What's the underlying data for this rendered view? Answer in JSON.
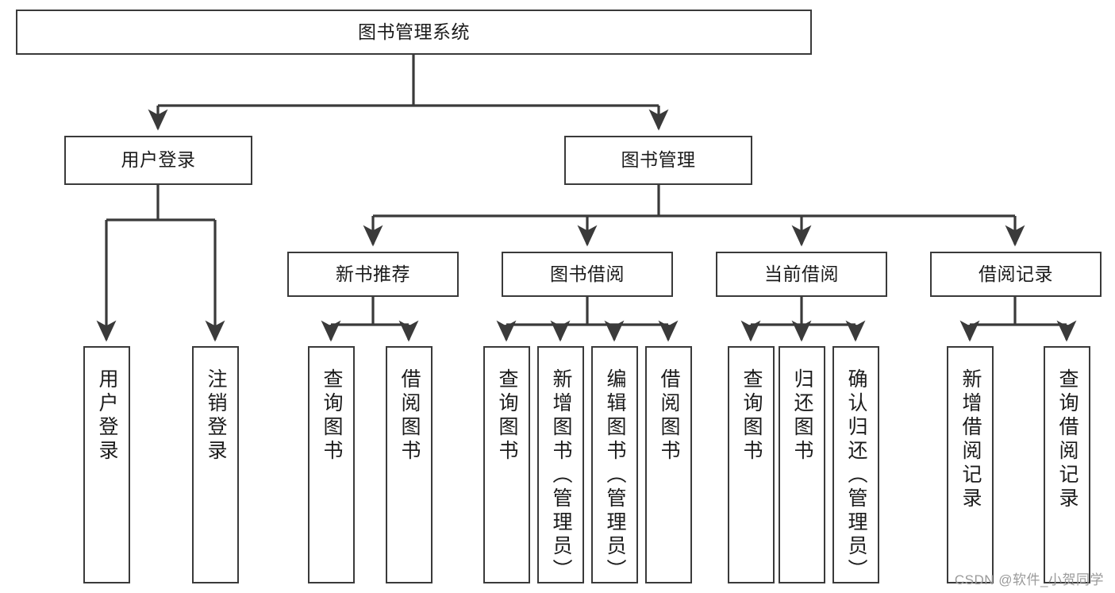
{
  "diagram": {
    "title": "图书管理系统",
    "watermark": "CSDN @软件_小贺同学",
    "colors": {
      "node_border": "#3a3a3a",
      "node_fill": "#ffffff",
      "edge": "#3a3a3a",
      "text": "#1b1b1b",
      "watermark": "#9a9a9a",
      "background": "#ffffff"
    },
    "root": {
      "label": "图书管理系统"
    },
    "level2": [
      {
        "label": "用户登录"
      },
      {
        "label": "图书管理"
      }
    ],
    "level3": [
      {
        "label": "新书推荐"
      },
      {
        "label": "图书借阅"
      },
      {
        "label": "当前借阅"
      },
      {
        "label": "借阅记录"
      }
    ],
    "leaves": [
      {
        "label": "用户登录",
        "parent": "用户登录"
      },
      {
        "label": "注销登录",
        "parent": "用户登录"
      },
      {
        "label": "查询图书",
        "parent": "新书推荐"
      },
      {
        "label": "借阅图书",
        "parent": "新书推荐"
      },
      {
        "label": "查询图书",
        "parent": "图书借阅"
      },
      {
        "label": "新增图书（管理员）",
        "parent": "图书借阅"
      },
      {
        "label": "编辑图书（管理员）",
        "parent": "图书借阅"
      },
      {
        "label": "借阅图书",
        "parent": "图书借阅"
      },
      {
        "label": "查询图书",
        "parent": "当前借阅"
      },
      {
        "label": "归还图书",
        "parent": "当前借阅"
      },
      {
        "label": "确认归还（管理员）",
        "parent": "当前借阅"
      },
      {
        "label": "新增借阅记录",
        "parent": "借阅记录"
      },
      {
        "label": "查询借阅记录",
        "parent": "借阅记录"
      }
    ]
  }
}
